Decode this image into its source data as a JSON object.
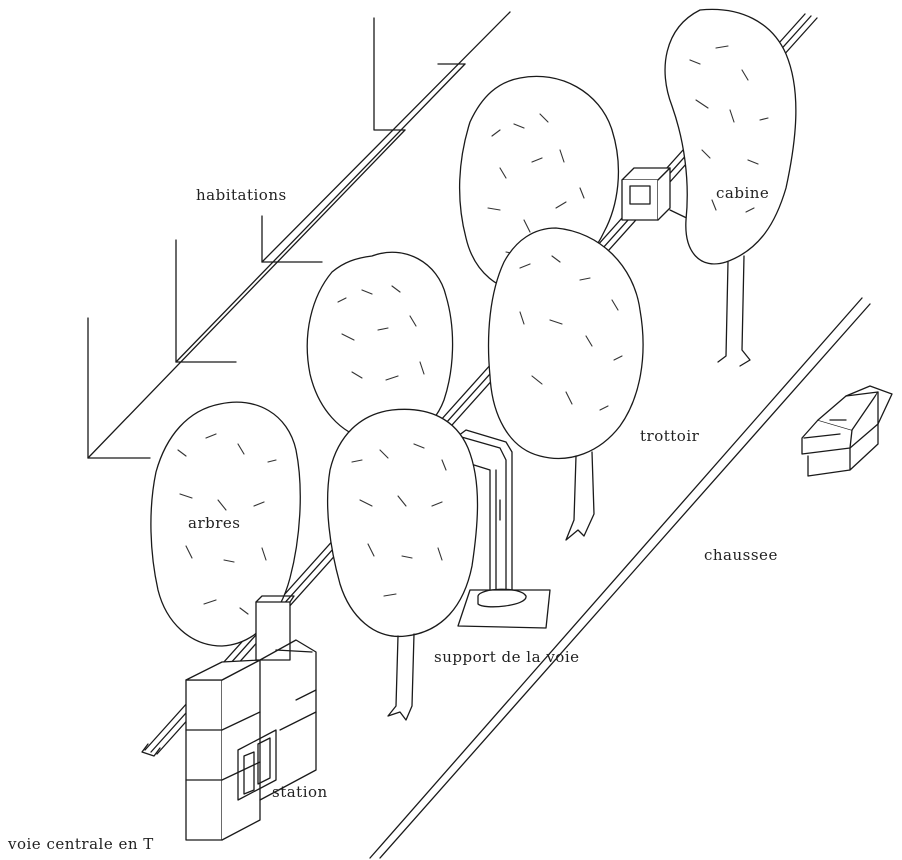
{
  "labels": {
    "habitations": "habitations",
    "cabine": "cabine",
    "trottoir": "trottoir",
    "arbres": "arbres",
    "chaussee": "chaussee",
    "support": "support de la voie",
    "station": "station",
    "voie": "voie centrale en T"
  }
}
